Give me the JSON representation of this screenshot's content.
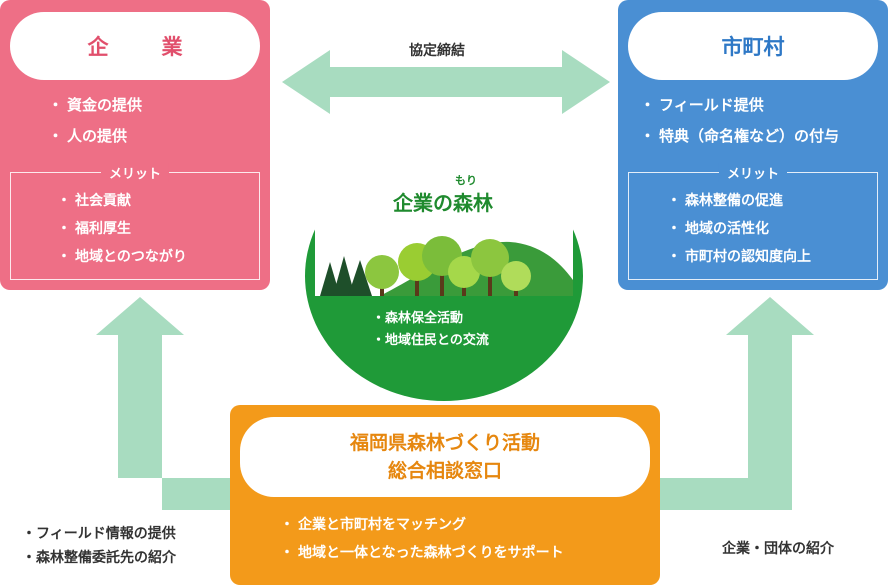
{
  "company": {
    "title": "企　業",
    "items": [
      "資金の提供",
      "人の提供"
    ],
    "merit_label": "メリット",
    "merits": [
      "社会貢献",
      "福利厚生",
      "地域とのつながり"
    ]
  },
  "municipality": {
    "title": "市町村",
    "items": [
      "フィールド提供",
      "特典（命名権など）の付与"
    ],
    "merit_label": "メリット",
    "merits": [
      "森林整備の促進",
      "地域の活性化",
      "市町村の認知度向上"
    ]
  },
  "agreement_label": "協定締結",
  "forest": {
    "ruby": "もり",
    "title": "企業の森林",
    "items": [
      "森林保全活動",
      "地域住民との交流"
    ]
  },
  "center": {
    "title_line1": "福岡県森林づくり活動",
    "title_line2": "総合相談窓口",
    "items": [
      "企業と市町村をマッチング",
      "地域と一体となった森林づくりをサポート"
    ]
  },
  "left_arrow_items": [
    "フィールド情報の提供",
    "森林整備委託先の紹介"
  ],
  "right_arrow_label": "企業・団体の紹介",
  "colors": {
    "company": "#ee6f86",
    "municipality": "#4a8fd3",
    "center": "#f39a1a",
    "forest_green": "#1f8a2e",
    "arrow": "#a8dcc0"
  }
}
